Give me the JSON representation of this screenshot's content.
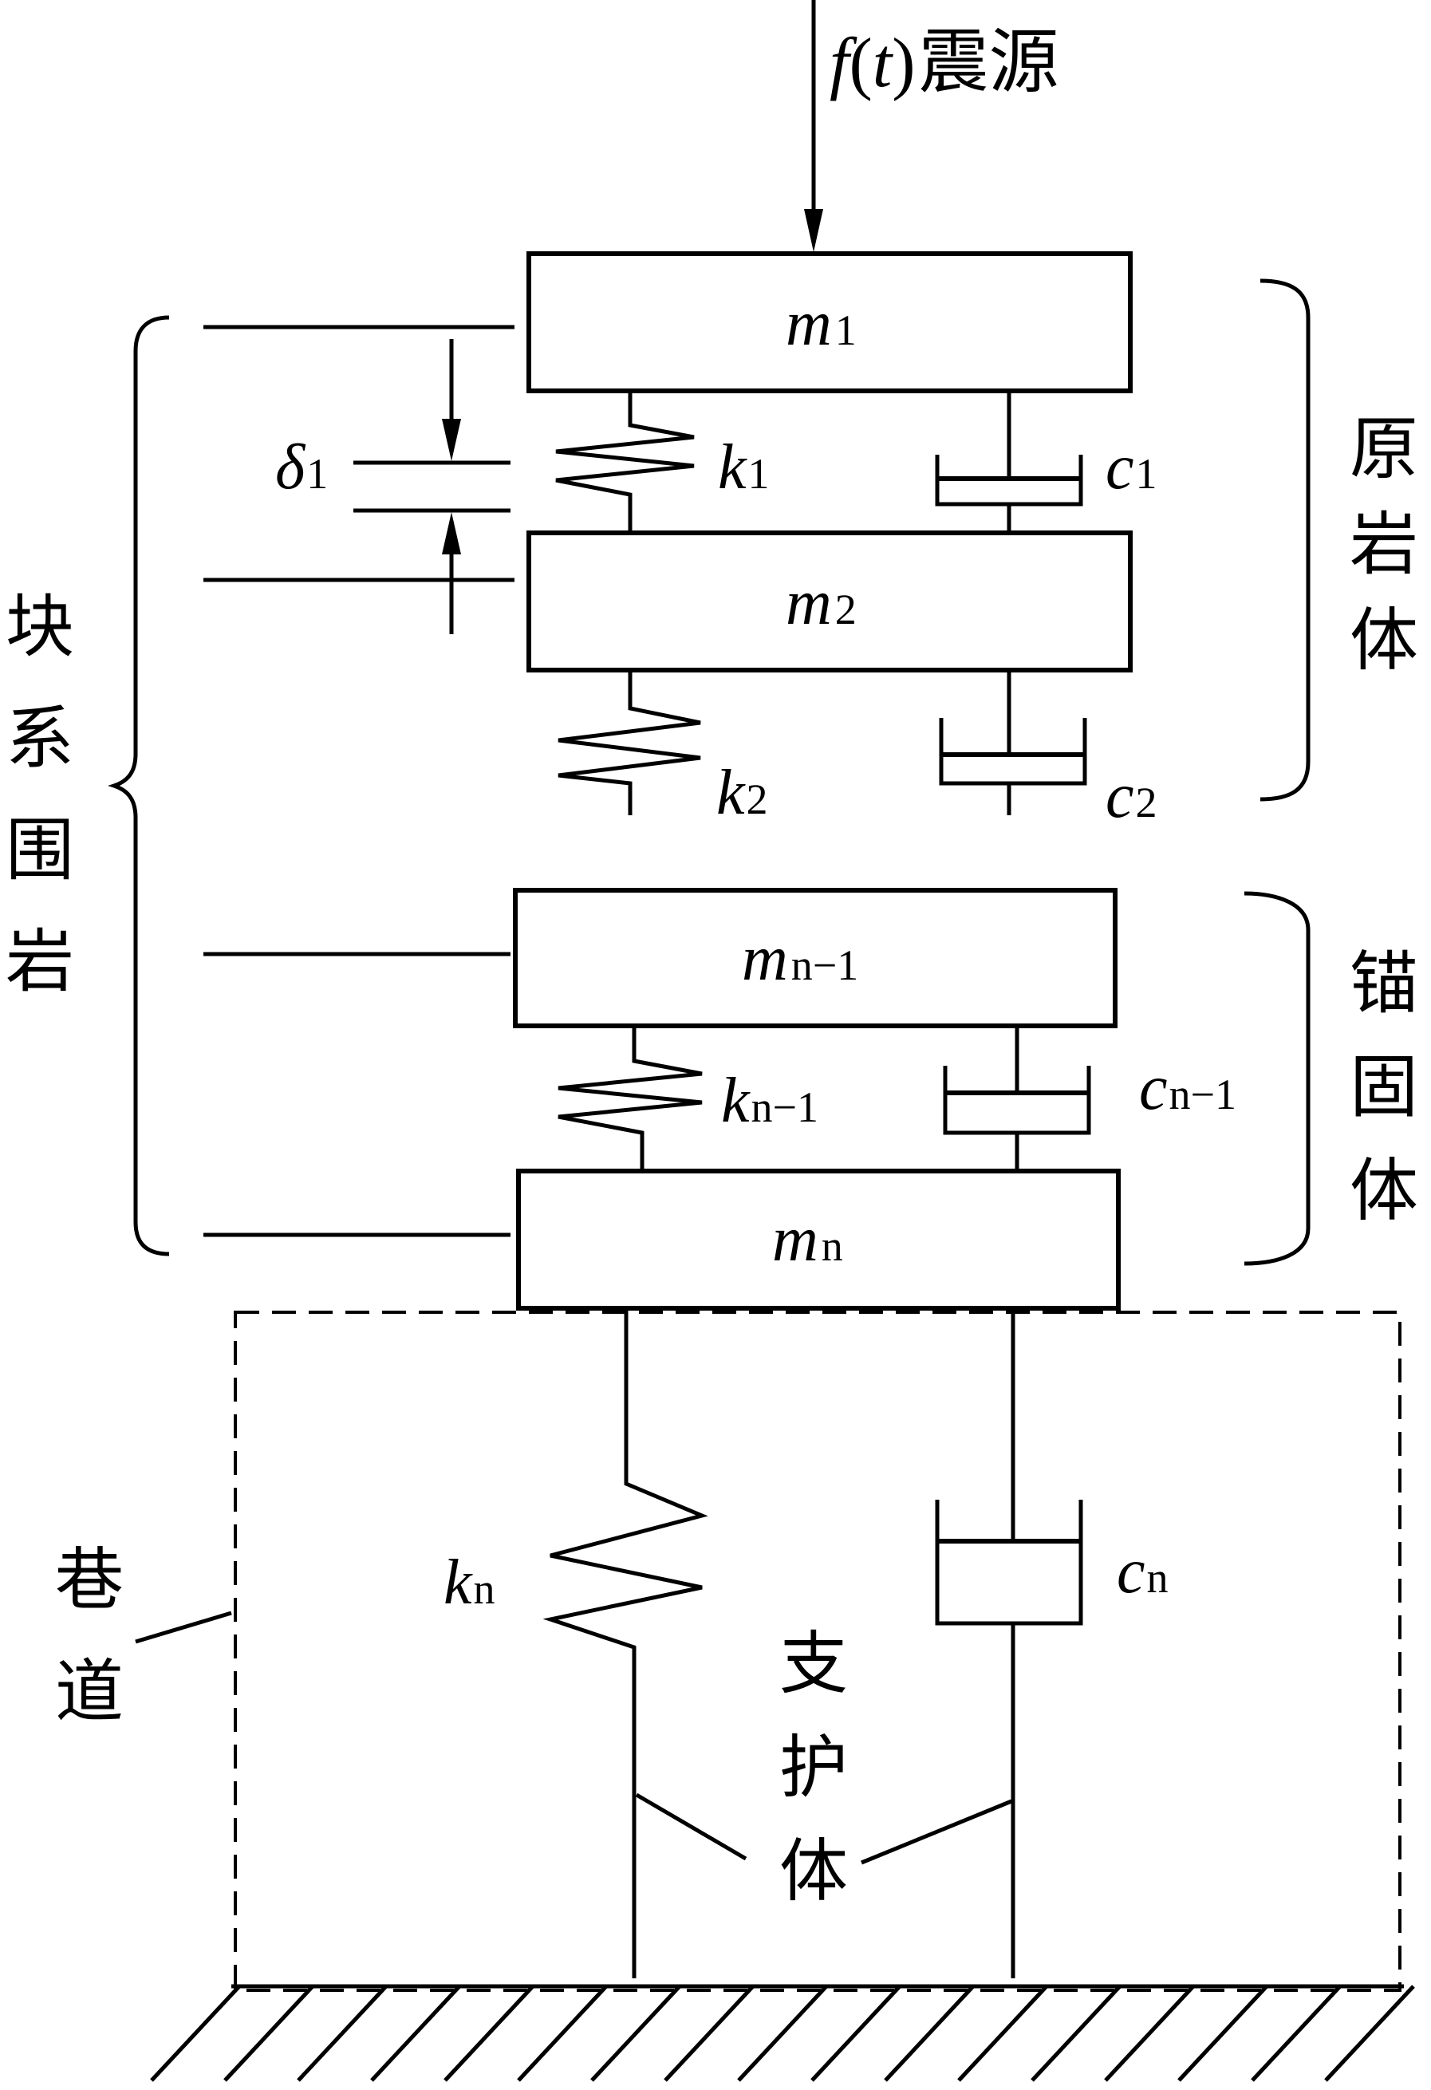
{
  "source": {
    "f": "f",
    "t": "t",
    "label": "震源"
  },
  "masses": {
    "m1": {
      "sym": "m",
      "sub": "1"
    },
    "m2": {
      "sym": "m",
      "sub": "2"
    },
    "mn1": {
      "sym": "m",
      "sub": "n−1"
    },
    "mn": {
      "sym": "m",
      "sub": "n"
    }
  },
  "springs": {
    "k1": {
      "sym": "k",
      "sub": "1"
    },
    "k2": {
      "sym": "k",
      "sub": "2"
    },
    "kn1": {
      "sym": "k",
      "sub": "n−1"
    },
    "kn": {
      "sym": "k",
      "sub": "n"
    }
  },
  "dampers": {
    "c1": {
      "sym": "c",
      "sub": "1"
    },
    "c2": {
      "sym": "c",
      "sub": "2"
    },
    "cn1": {
      "sym": "c",
      "sub": "n−1"
    },
    "cn": {
      "sym": "c",
      "sub": "n"
    }
  },
  "gap": {
    "sym": "δ",
    "sub": "1"
  },
  "groups": {
    "block_rock": [
      "块",
      "系",
      "围",
      "岩"
    ],
    "original_rock": [
      "原",
      "岩",
      "体"
    ],
    "anchored_body": [
      "锚",
      "固",
      "体"
    ],
    "roadway": [
      "巷",
      "道"
    ],
    "support_body": [
      "支",
      "护",
      "体"
    ]
  }
}
